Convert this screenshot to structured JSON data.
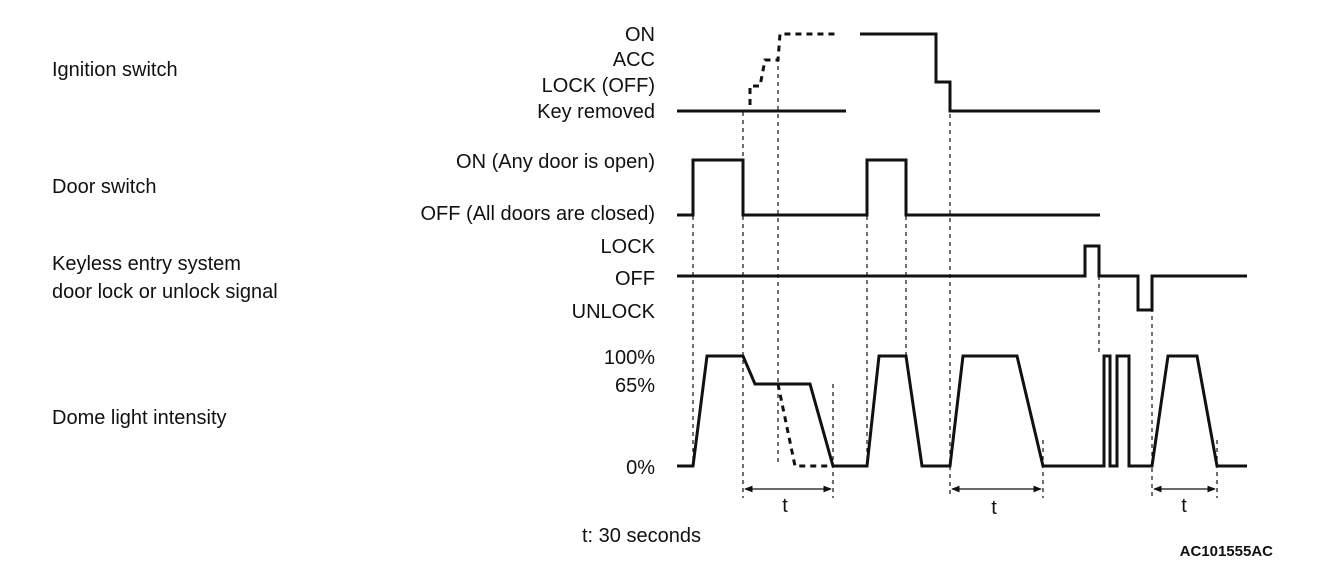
{
  "signals": {
    "ignition": {
      "name": "Ignition switch",
      "levels": [
        "ON",
        "ACC",
        "LOCK (OFF)",
        "Key removed"
      ]
    },
    "door": {
      "name": "Door switch",
      "levels": [
        "ON (Any door is open)",
        "OFF (All doors are closed)"
      ]
    },
    "keyless": {
      "name_line1": "Keyless entry system",
      "name_line2": "door lock or unlock signal",
      "levels": [
        "LOCK",
        "OFF",
        "UNLOCK"
      ]
    },
    "dome": {
      "name": "Dome light intensity",
      "levels": [
        "100%",
        "65%",
        "0%"
      ]
    }
  },
  "timing": {
    "interval_label": "t",
    "note": "t: 30 seconds"
  },
  "figure_code": "AC101555AC"
}
